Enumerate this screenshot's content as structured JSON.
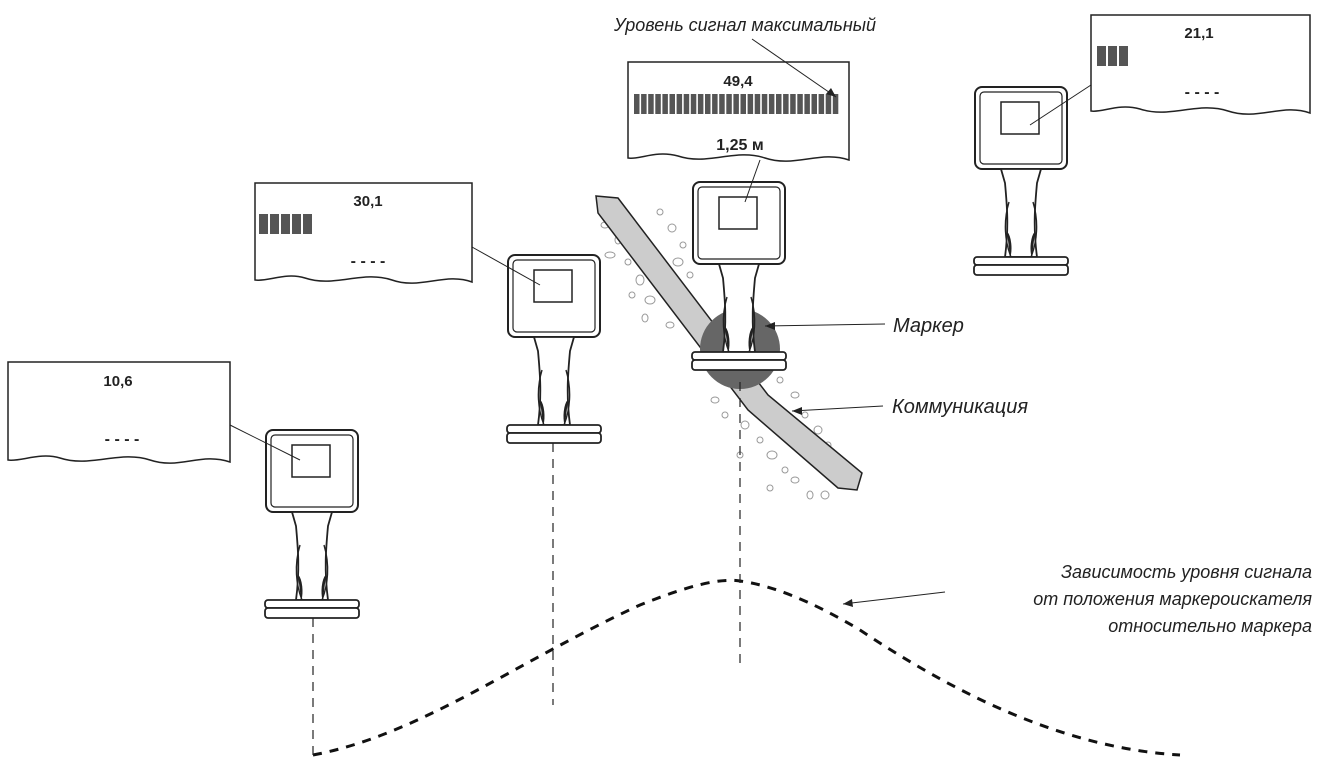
{
  "readings": [
    {
      "value": "10,6",
      "bars": 0,
      "distance": "- - - -"
    },
    {
      "value": "30,1",
      "bars": 5,
      "distance": "- - - -"
    },
    {
      "value": "49,4",
      "bars": 29,
      "distance": "1,25 м"
    },
    {
      "value": "21,1",
      "bars": 3,
      "distance": "- - - -"
    }
  ],
  "labels": {
    "max_signal": "Уровень сигнал максимальный",
    "marker": "Маркер",
    "communication": "Коммуникация",
    "curve_line1": "Зависимость уровня сигнала",
    "curve_line2": "от положения маркероискателя",
    "curve_line3": "относительно маркера"
  },
  "colors": {
    "ink": "#222222",
    "bar": "#555555",
    "pipe": "#cccccc",
    "marker": "#666666"
  }
}
